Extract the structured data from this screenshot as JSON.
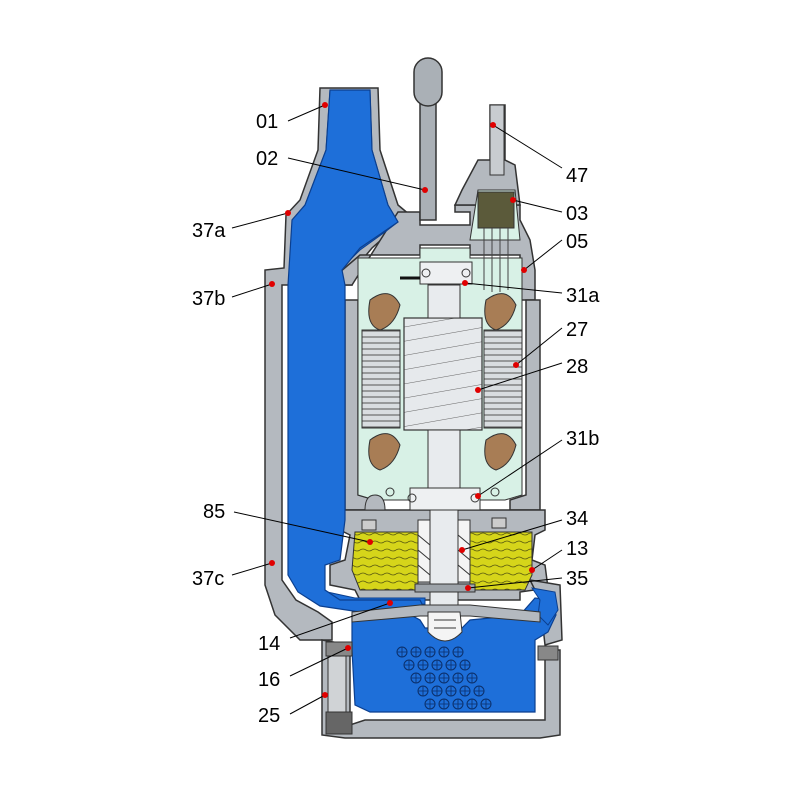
{
  "diagram": {
    "labels": {
      "l01": "01",
      "l02": "02",
      "l37a": "37a",
      "l37b": "37b",
      "l85": "85",
      "l37c": "37c",
      "l14": "14",
      "l16": "16",
      "l25": "25",
      "l47": "47",
      "l03": "03",
      "l05": "05",
      "l31a": "31a",
      "l27": "27",
      "l28": "28",
      "l31b": "31b",
      "l34": "34",
      "l13": "13",
      "l35": "35"
    },
    "colors": {
      "water": "#1e6fd9",
      "casing": "#b4b9bf",
      "casing_dark": "#8e949a",
      "chamber": "#d8f1e6",
      "oil": "#d6d51a",
      "coil": "#a87d55",
      "marker": "#e00000"
    }
  }
}
